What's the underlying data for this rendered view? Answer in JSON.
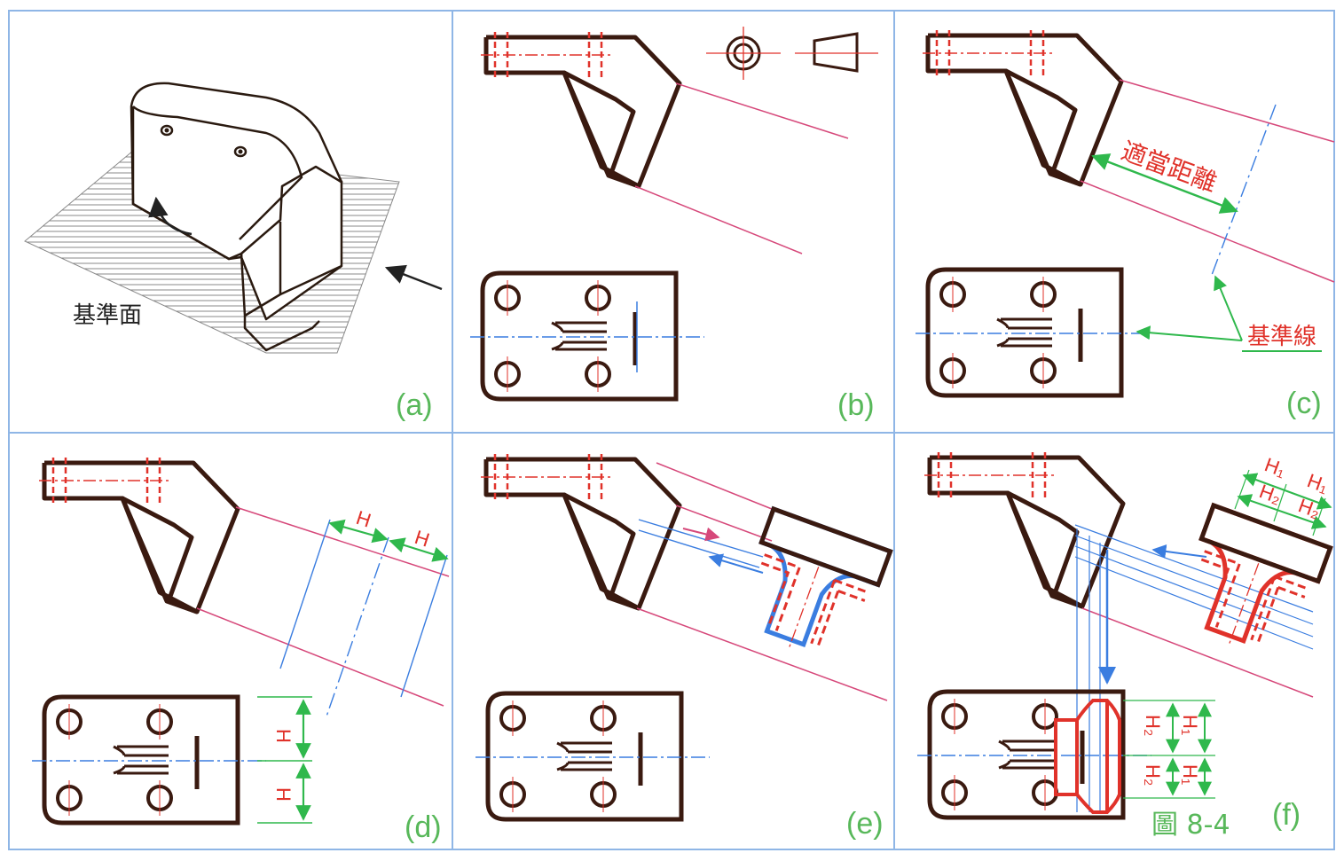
{
  "colors": {
    "outline": "#3a1a10",
    "hidden": "#e0322a",
    "projection": "#d6487a",
    "construction": "#3a7de0",
    "dimension": "#2fb84c",
    "label": "#58b85a",
    "annotation": "#e0322a",
    "frame": "#8fb6e6",
    "hatch": "#8a8a8a"
  },
  "figure": {
    "caption": "圖 8-4",
    "panels": [
      {
        "id": "a",
        "label": "(a)"
      },
      {
        "id": "b",
        "label": "(b)"
      },
      {
        "id": "c",
        "label": "(c)"
      },
      {
        "id": "d",
        "label": "(d)"
      },
      {
        "id": "e",
        "label": "(e)"
      },
      {
        "id": "f",
        "label": "(f)"
      }
    ]
  },
  "annotations": {
    "reference_plane": "基準面",
    "suitable_distance": "適當距離",
    "reference_line": "基準線",
    "dim_H": "H",
    "dim_H1": "H₁",
    "dim_H2": "H₂"
  }
}
